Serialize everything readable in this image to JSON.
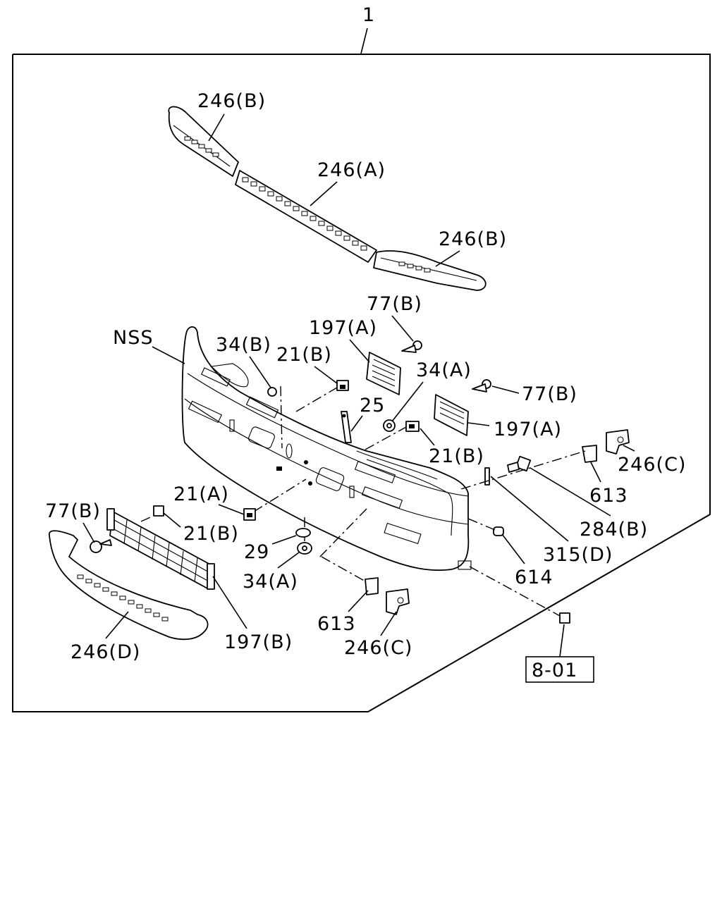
{
  "diagram": {
    "assembly_number": "1",
    "reference_box": "8-01",
    "labels": {
      "bumper_trim_upper_left": "246(B)",
      "bumper_trim_center": "246(A)",
      "bumper_trim_upper_right": "246(B)",
      "bumper_nss": "NSS",
      "clip_77b_upper": "77(B)",
      "grille_197a_upper": "197(A)",
      "nut_34b": "34(B)",
      "clip_21b_upper": "21(B)",
      "nut_34a_upper": "34(A)",
      "bracket_25": "25",
      "clip_77b_right": "77(B)",
      "grille_197a_right": "197(A)",
      "clip_21b_right": "21(B)",
      "bracket_246c_right": "246(C)",
      "clip_613_right": "613",
      "bolt_284b": "284(B)",
      "bracket_315d": "315(D)",
      "lamp_614": "614",
      "clip_77b_left": "77(B)",
      "clip_21a": "21(A)",
      "clip_21b_left": "21(B)",
      "washer_29": "29",
      "nut_34a_lower": "34(A)",
      "grille_197b": "197(B)",
      "clip_613_lower": "613",
      "bracket_246c_lower": "246(C)",
      "trim_246d": "246(D)"
    }
  }
}
